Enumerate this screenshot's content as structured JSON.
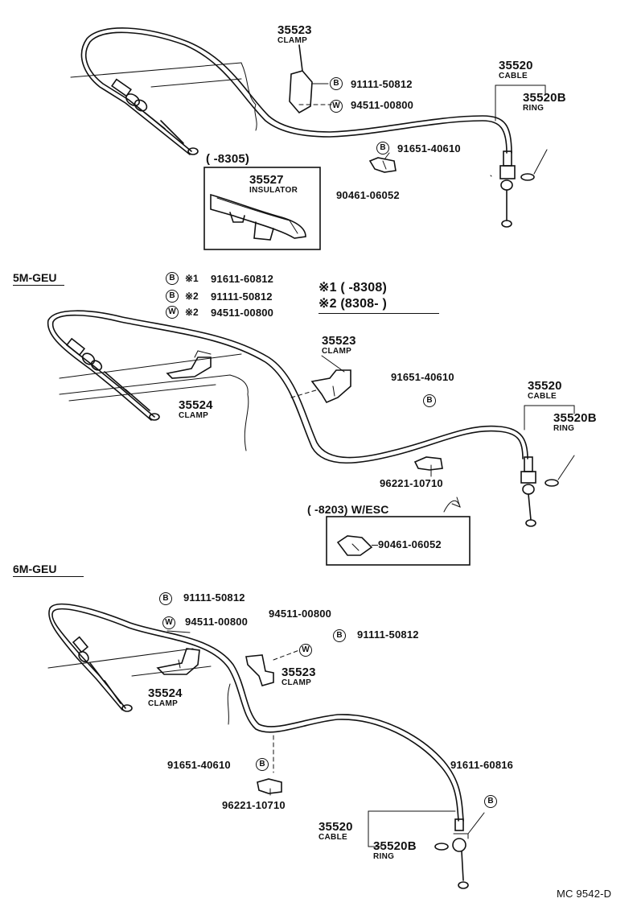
{
  "diagram_code": "MC 9542-D",
  "top": {
    "clamp": {
      "num": "35523",
      "name": "CLAMP"
    },
    "bolt": {
      "mark": "B",
      "pn": "91111-50812"
    },
    "washer": {
      "mark": "W",
      "pn": "94511-00800"
    },
    "cable": {
      "num": "35520",
      "name": "CABLE"
    },
    "ring": {
      "num": "35520B",
      "name": "RING"
    },
    "bolt2": {
      "mark": "B",
      "pn": "91651-40610"
    },
    "clip": {
      "pn": "90461-06052"
    },
    "insulator_box": {
      "range": "(     -8305)",
      "num": "35527",
      "name": "INSULATOR"
    }
  },
  "mid": {
    "section": "5M-GEU",
    "bolt_a": {
      "mark": "B",
      "prefix": "※1",
      "pn": "91611-60812"
    },
    "bolt_b": {
      "mark": "B",
      "prefix": "※2",
      "pn": "91111-50812"
    },
    "washer": {
      "mark": "W",
      "prefix": "※2",
      "pn": "94511-00800"
    },
    "note1": "※1  (       -8308)",
    "note2": "※2  (8308-       )",
    "clamp": {
      "num": "35523",
      "name": "CLAMP"
    },
    "bolt": {
      "mark": "B",
      "pn": "91651-40610"
    },
    "cable": {
      "num": "35520",
      "name": "CABLE"
    },
    "ring": {
      "num": "35520B",
      "name": "RING"
    },
    "clamp2": {
      "num": "35524",
      "name": "CLAMP"
    },
    "clip": {
      "pn": "96221-10710"
    },
    "esc_box": {
      "range": "(       -8203) W/ESC",
      "pn": "90461-06052"
    }
  },
  "bottom": {
    "section": "6M-GEU",
    "bolt_a": {
      "mark": "B",
      "pn": "91111-50812"
    },
    "washer_a": {
      "mark": "W",
      "pn": "94511-00800"
    },
    "washer_b": {
      "mark": "W",
      "pn": "94511-00800"
    },
    "bolt_b": {
      "mark": "B",
      "pn": "91111-50812"
    },
    "clamp": {
      "num": "35523",
      "name": "CLAMP"
    },
    "clamp2": {
      "num": "35524",
      "name": "CLAMP"
    },
    "bolt_c": {
      "mark": "B",
      "pn": "91651-40610"
    },
    "clip": {
      "pn": "96221-10710"
    },
    "bolt_d": {
      "mark": "B",
      "pn": "91611-60816"
    },
    "cable": {
      "num": "35520",
      "name": "CABLE"
    },
    "ring": {
      "num": "35520B",
      "name": "RING"
    }
  }
}
